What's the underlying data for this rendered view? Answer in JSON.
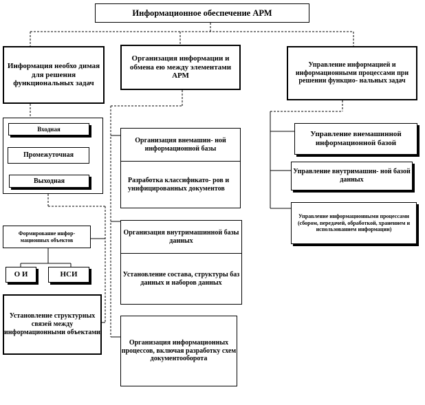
{
  "root": "Информационное обеспечение АРМ",
  "col1": {
    "header": "Информация необхо димая для решения функциональных задач",
    "input": "Входная",
    "intermediate": "Промежуточная",
    "output": "Выходная",
    "formation": "Формирование инфор- мационных объектов",
    "oi": "О И",
    "nsi": "НСИ",
    "links": "Установление структурных связей между информационными объектами"
  },
  "col2": {
    "header": "Организация информации и обмена ею между элементами АРМ",
    "external_db": "Организация внемашин- ной информационной базы",
    "classifiers": "Разработка классификато- ров и унифицированных документов",
    "internal_db": "Организация внутримашинной базы данных",
    "structure": "Установление состава, структуры баз данных и наборов данных",
    "processes": "Организация информационных процессов, включая разработку схем документооборота"
  },
  "col3": {
    "header": "Управление информацией и информационными процессами при решении функцио- нальных задач",
    "mgmt_external": "Управление внемашинной информационной базой",
    "mgmt_internal": "Управление внутримашин- ной базой данных",
    "mgmt_processes": "Управление информационными процессами (сбором, передачей, обработкой, хранением и использованием информации)"
  }
}
